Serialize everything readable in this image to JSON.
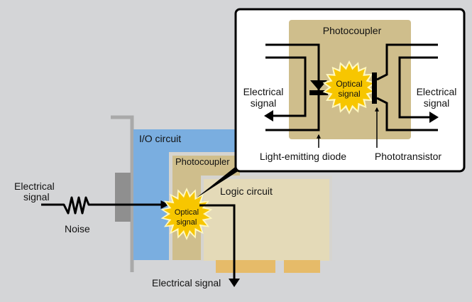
{
  "colors": {
    "background": "#d4d5d7",
    "io_circuit": "#7aaee0",
    "photocoupler": "#cfbe8c",
    "logic_circuit": "#e4dab8",
    "connector": "#e6bb69",
    "bracket": "#a9a9a9",
    "port": "#8f8f8f",
    "burst_fill": "#f7c600",
    "burst_halo": "#fff8c0",
    "callout_bg": "#ffffff",
    "line": "#000000"
  },
  "main": {
    "input_label_line1": "Electrical",
    "input_label_line2": "signal",
    "noise_label": "Noise",
    "io_circuit_label": "I/O circuit",
    "photocoupler_label": "Photocoupler",
    "logic_circuit_label": "Logic circuit",
    "optical_line1": "Optical",
    "optical_line2": "signal",
    "output_label": "Electrical signal"
  },
  "callout": {
    "photocoupler_label": "Photocoupler",
    "left_label_line1": "Electrical",
    "left_label_line2": "signal",
    "right_label_line1": "Electrical",
    "right_label_line2": "signal",
    "optical_line1": "Optical",
    "optical_line2": "signal",
    "led_label": "Light-emitting diode",
    "phototransistor_label": "Phototransistor"
  }
}
